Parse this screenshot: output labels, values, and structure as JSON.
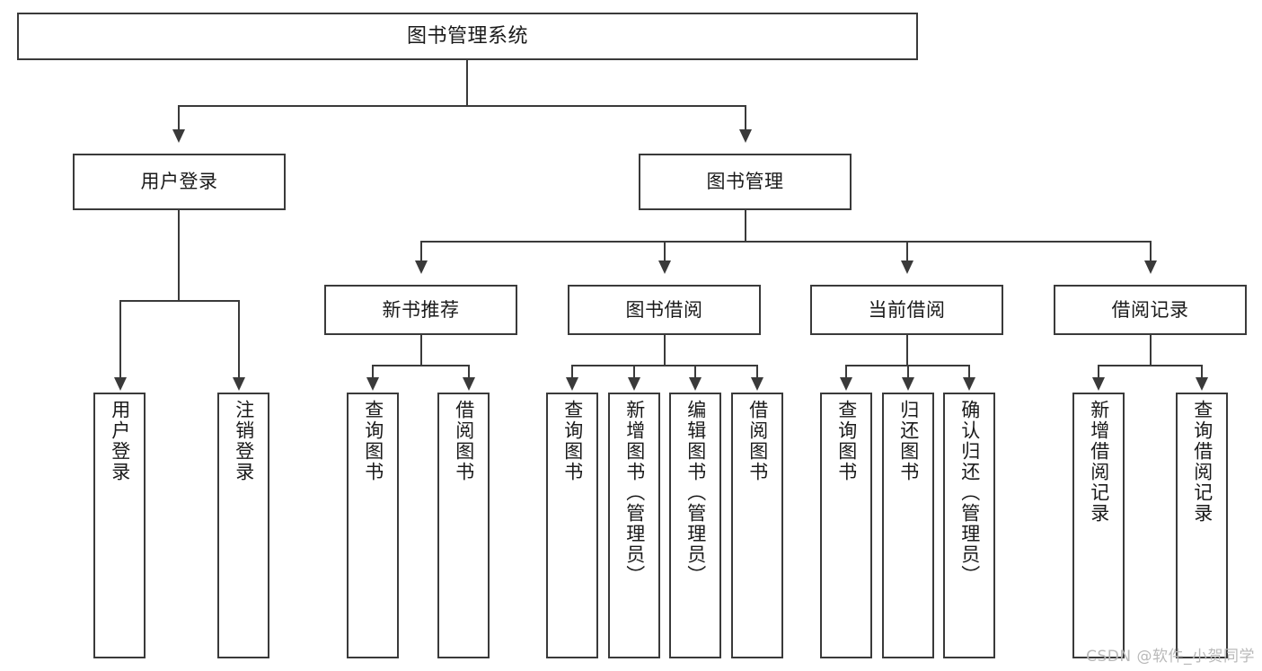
{
  "diagram": {
    "type": "tree",
    "title": "图书管理系统",
    "colors": {
      "stroke": "#3a3a3a",
      "fill": "#ffffff",
      "text": "#1a1a1a",
      "watermark": "#b9b9b9"
    },
    "root": {
      "label": "图书管理系统"
    },
    "level2": [
      {
        "label": "用户登录"
      },
      {
        "label": "图书管理"
      }
    ],
    "level3": [
      {
        "label": "新书推荐"
      },
      {
        "label": "图书借阅"
      },
      {
        "label": "当前借阅"
      },
      {
        "label": "借阅记录"
      }
    ],
    "leaves": {
      "user_login": [
        {
          "label": "用户登录"
        },
        {
          "label": "注销登录"
        }
      ],
      "new_book_recommend": [
        {
          "label": "查询图书"
        },
        {
          "label": "借阅图书"
        }
      ],
      "book_borrow": [
        {
          "label": "查询图书"
        },
        {
          "label": "新增图书（管理员）"
        },
        {
          "label": "编辑图书（管理员）"
        },
        {
          "label": "借阅图书"
        }
      ],
      "current_borrow": [
        {
          "label": "查询图书"
        },
        {
          "label": "归还图书"
        },
        {
          "label": "确认归还（管理员）"
        }
      ],
      "borrow_record": [
        {
          "label": "新增借阅记录"
        },
        {
          "label": "查询借阅记录"
        }
      ]
    },
    "watermark": "CSDN @软件_小贺同学"
  }
}
